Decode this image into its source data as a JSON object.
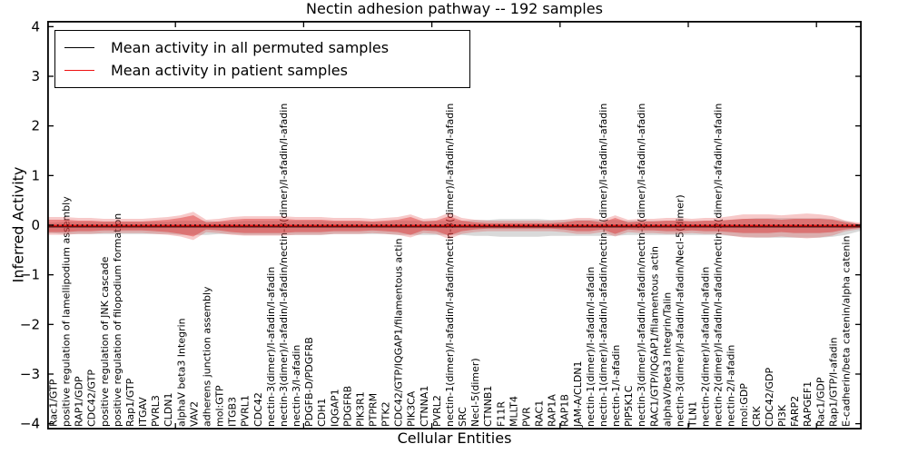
{
  "colors": {
    "permuted_line": "#000000",
    "patient_line": "#ee1111",
    "permuted_band_fill": "rgba(130,130,130,0.30)",
    "patient_band_outer_fill": "rgba(225,45,45,0.26)",
    "patient_band_inner_fill": "rgba(220,35,35,0.42)",
    "axis": "#000000",
    "background": "#ffffff"
  },
  "chart_data": {
    "type": "line",
    "title": "Nectin adhesion pathway -- 192 samples",
    "xlabel": "Cellular Entities",
    "ylabel": "Inferred Activity",
    "ylim": [
      -4,
      4
    ],
    "yticks": [
      4,
      3,
      2,
      1,
      0,
      -1,
      -2,
      -3,
      -4
    ],
    "grid": false,
    "legend_position": "upper left",
    "zero_reference_line": {
      "y": 0,
      "style": "dotted",
      "color": "#000000"
    },
    "categories": [
      "Rac1/GTP",
      "positive regulation of lamellipodium assembly",
      "RAP1/GDP",
      "CDC42/GTP",
      "positive regulation of JNK cascade",
      "positive regulation of filopodium formation",
      "Rap1/GTP",
      "ITGAV",
      "PVRL3",
      "CLDN1",
      "alphaV beta3 Integrin",
      "VAV2",
      "adherens junction assembly",
      "mol:GTP",
      "ITGB3",
      "PVRL1",
      "CDC42",
      "nectin-3(dimer)/I-afadin/I-afadin",
      "nectin-3(dimer)/I-afadin/I-afadin/nectin-3(dimer)/I-afadin/I-afadin",
      "nectin-3/I-afadin",
      "PDGFB-D/PDGFRB",
      "CDH1",
      "IQGAP1",
      "PDGFRB",
      "PIK3R1",
      "PTPRM",
      "PTK2",
      "CDC42/GTP/IQGAP1/filamentous actin",
      "PIK3CA",
      "CTNNA1",
      "PVRL2",
      "nectin-1(dimer)/I-afadin/I-afadin/nectin-3(dimer)/I-afadin/I-afadin",
      "SRC",
      "Necl-5(dimer)",
      "CTNNB1",
      "F11R",
      "MLLT4",
      "PVR",
      "RAC1",
      "RAP1A",
      "RAP1B",
      "JAM-A/CLDN1",
      "nectin-1(dimer)/I-afadin/I-afadin",
      "nectin-1(dimer)/I-afadin/I-afadin/nectin-1(dimer)/I-afadin/I-afadin",
      "nectin-1/I-afadin",
      "PIP5K1C",
      "nectin-3(dimer)/I-afadin/I-afadin/nectin-2(dimer)/I-afadin/I-afadin",
      "RAC1/GTP/IQGAP1/filamentous actin",
      "alphaV/beta3 Integrin/Talin",
      "nectin-3(dimer)/I-afadin/I-afadin/Necl-5(dimer)",
      "TLN1",
      "nectin-2(dimer)/I-afadin/I-afadin",
      "nectin-2(dimer)/I-afadin/I-afadin/nectin-2(dimer)/I-afadin/I-afadin",
      "nectin-2/I-afadin",
      "mol:GDP",
      "CRK",
      "CDC42/GDP",
      "PI3K",
      "FARP2",
      "RAPGEF1",
      "Rac1/GDP",
      "Rap1/GTP/I-afadin",
      "E-cadherin/beta catenin/alpha catenin"
    ],
    "series": [
      {
        "name": "Mean activity in all permuted samples",
        "color": "#000000",
        "style": "solid",
        "mean_activity_level": -0.03,
        "band_halfwidth": [
          0.107,
          0.125,
          0.125,
          0.125,
          0.125,
          0.125,
          0.125,
          0.125,
          0.125,
          0.125,
          0.143,
          0.143,
          0.143,
          0.125,
          0.125,
          0.143,
          0.143,
          0.143,
          0.143,
          0.143,
          0.143,
          0.143,
          0.125,
          0.125,
          0.125,
          0.125,
          0.125,
          0.143,
          0.143,
          0.143,
          0.143,
          0.143,
          0.143,
          0.161,
          0.161,
          0.179,
          0.179,
          0.179,
          0.179,
          0.161,
          0.161,
          0.161,
          0.161,
          0.161,
          0.161,
          0.143,
          0.143,
          0.143,
          0.143,
          0.143,
          0.143,
          0.143,
          0.143,
          0.161,
          0.179,
          0.196,
          0.196,
          0.196,
          0.196,
          0.196,
          0.196,
          0.179,
          0.143
        ]
      },
      {
        "name": "Mean activity in patient samples",
        "color": "#ee1111",
        "style": "solid",
        "mean_activity_level": -0.01,
        "band_halfwidth_outer": [
          0.179,
          0.179,
          0.161,
          0.161,
          0.143,
          0.143,
          0.143,
          0.143,
          0.161,
          0.179,
          0.214,
          0.286,
          0.125,
          0.143,
          0.179,
          0.196,
          0.196,
          0.196,
          0.196,
          0.179,
          0.179,
          0.179,
          0.161,
          0.161,
          0.161,
          0.143,
          0.161,
          0.179,
          0.232,
          0.143,
          0.161,
          0.268,
          0.161,
          0.125,
          0.107,
          0.107,
          0.107,
          0.107,
          0.107,
          0.107,
          0.125,
          0.161,
          0.161,
          0.125,
          0.214,
          0.125,
          0.143,
          0.143,
          0.161,
          0.161,
          0.143,
          0.161,
          0.161,
          0.196,
          0.232,
          0.232,
          0.232,
          0.214,
          0.232,
          0.25,
          0.232,
          0.196,
          0.107
        ],
        "band_halfwidth_inner": [
          0.125,
          0.125,
          0.107,
          0.107,
          0.089,
          0.089,
          0.089,
          0.089,
          0.107,
          0.125,
          0.161,
          0.214,
          0.071,
          0.089,
          0.125,
          0.143,
          0.143,
          0.143,
          0.143,
          0.125,
          0.125,
          0.125,
          0.107,
          0.107,
          0.107,
          0.089,
          0.107,
          0.125,
          0.179,
          0.089,
          0.107,
          0.196,
          0.107,
          0.071,
          0.054,
          0.054,
          0.054,
          0.054,
          0.054,
          0.054,
          0.071,
          0.107,
          0.107,
          0.071,
          0.161,
          0.071,
          0.089,
          0.089,
          0.107,
          0.107,
          0.089,
          0.107,
          0.107,
          0.125,
          0.143,
          0.143,
          0.143,
          0.125,
          0.143,
          0.143,
          0.143,
          0.125,
          0.071
        ]
      }
    ]
  }
}
